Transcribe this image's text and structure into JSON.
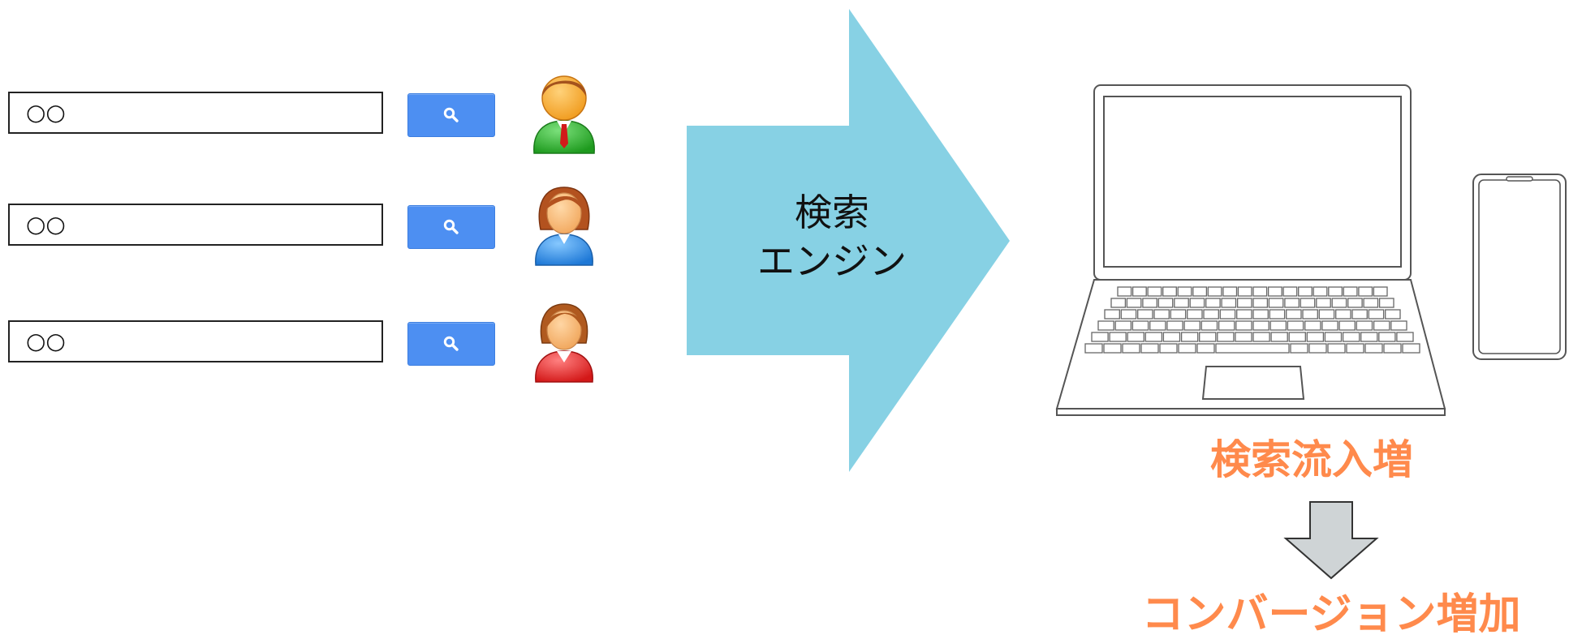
{
  "search_rows": [
    {
      "query": "○○",
      "icon": "search-icon",
      "person": "man-green-suit"
    },
    {
      "query": "○○",
      "icon": "search-icon",
      "person": "woman-blue-suit"
    },
    {
      "query": "○○",
      "icon": "search-icon",
      "person": "woman-red-suit"
    }
  ],
  "engine": {
    "line1": "検索",
    "line2": "エンジン",
    "color": "#87d1e4"
  },
  "results": {
    "traffic_label": "検索流入増",
    "conversion_label": "コンバージョン増加",
    "label_color": "#ff8a4c",
    "down_arrow_color": "#cfd4d6"
  },
  "devices": [
    "laptop",
    "smartphone"
  ]
}
